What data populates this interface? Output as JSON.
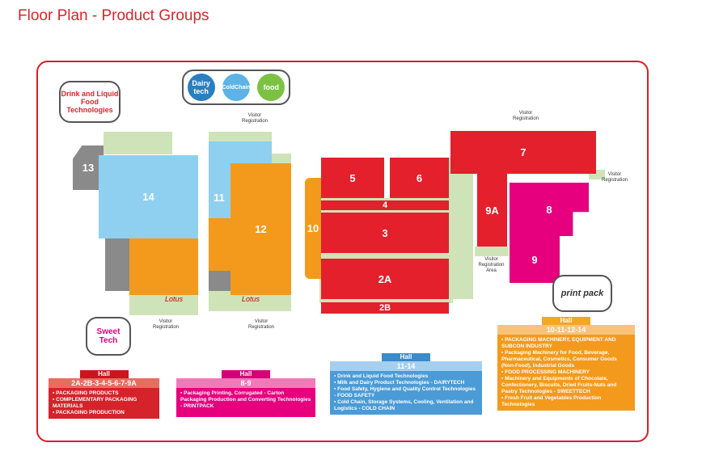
{
  "title": "Floor Plan - Product Groups",
  "halls": {
    "h13": "13",
    "h14": "14",
    "h11": "11",
    "h12": "12",
    "h10": "10",
    "h5": "5",
    "h6": "6",
    "h4": "4",
    "h3": "3",
    "h2a": "2A",
    "h2b": "2B",
    "h7": "7",
    "h9a": "9A",
    "h8": "8",
    "h9": "9"
  },
  "visitor_registration": "Visitor Registration",
  "visitor_registration_area": "Visitor Registration Area",
  "bubbles": {
    "drink": "Drink and Liquid Food Technologies",
    "dairy": "Dairy tech",
    "coldchain": "ColdChain",
    "food": "food",
    "sweet": "Sweet Tech",
    "print": "print pack"
  },
  "sponsor": "Lotus",
  "legends": [
    {
      "tag": "Hall",
      "head": "2A-2B-3-4-5-6-7-9A",
      "items": [
        "PACKAGING PRODUCTS",
        "COMPLEMENTARY PACKAGING MATERIALS",
        "PACKAGING PRODUCTION"
      ],
      "color": "#d6222a"
    },
    {
      "tag": "Hall",
      "head": "8-9",
      "items": [
        "Packaging Printing, Corrugated - Carton Packaging Production and Converting Technologies - PRINTPACK"
      ],
      "color": "#e6007e"
    },
    {
      "tag": "Hall",
      "head": "11-14",
      "items": [
        "Drink and Liquid Food Technologies",
        "Milk and Dairy Product Technologies - DAIRYTECH",
        "Food Safety, Hygiene and Quality Control Technologies - FOOD SAFETY",
        "Cold Chain, Storage Systems, Cooling, Ventilation and Logistics - COLD CHAIN"
      ],
      "color": "#4a9bd6"
    },
    {
      "tag": "Hall",
      "head": "10-11-12-14",
      "items": [
        "PACKAGING MACHINERY, EQUIPMENT AND SUBCON INDUSTRY",
        "Packaging Machinery for Food, Beverage, Pharmaceutical, Cosmetics, Consumer Goods (Non-Food), Industrial Goods",
        "FOOD PROCESSING MACHINERY",
        "Machinery and Equipments of Chocolate, Confectionery, Biscuits, Dried Fruits-Nuts and Pastry Technologies - SWEETTECH",
        "Fresh Fruit and Vegetables Production Technologies"
      ],
      "color": "#f39a1c"
    }
  ]
}
